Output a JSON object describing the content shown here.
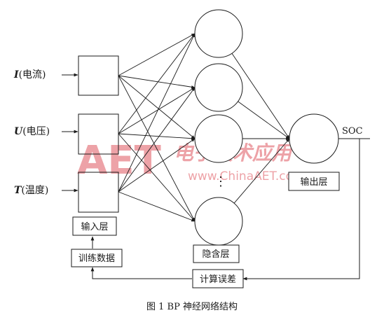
{
  "inputs": [
    {
      "var": "I",
      "desc": "(电流)"
    },
    {
      "var": "U",
      "desc": "(电压)"
    },
    {
      "var": "T",
      "desc": "(温度)"
    }
  ],
  "labels": {
    "input_layer": "输入层",
    "hidden_layer": "隐含层",
    "output_layer": "输出层",
    "training_data": "训练数据",
    "compute_error": "计算误差",
    "output_var": "SOC",
    "ellipsis": "⋮"
  },
  "caption": "图 1 BP 神经网络结构",
  "watermark": {
    "logo": "AET",
    "cn": "电子技术应用",
    "url": "www.ChinaAET.com",
    "color": "#e8848a"
  }
}
